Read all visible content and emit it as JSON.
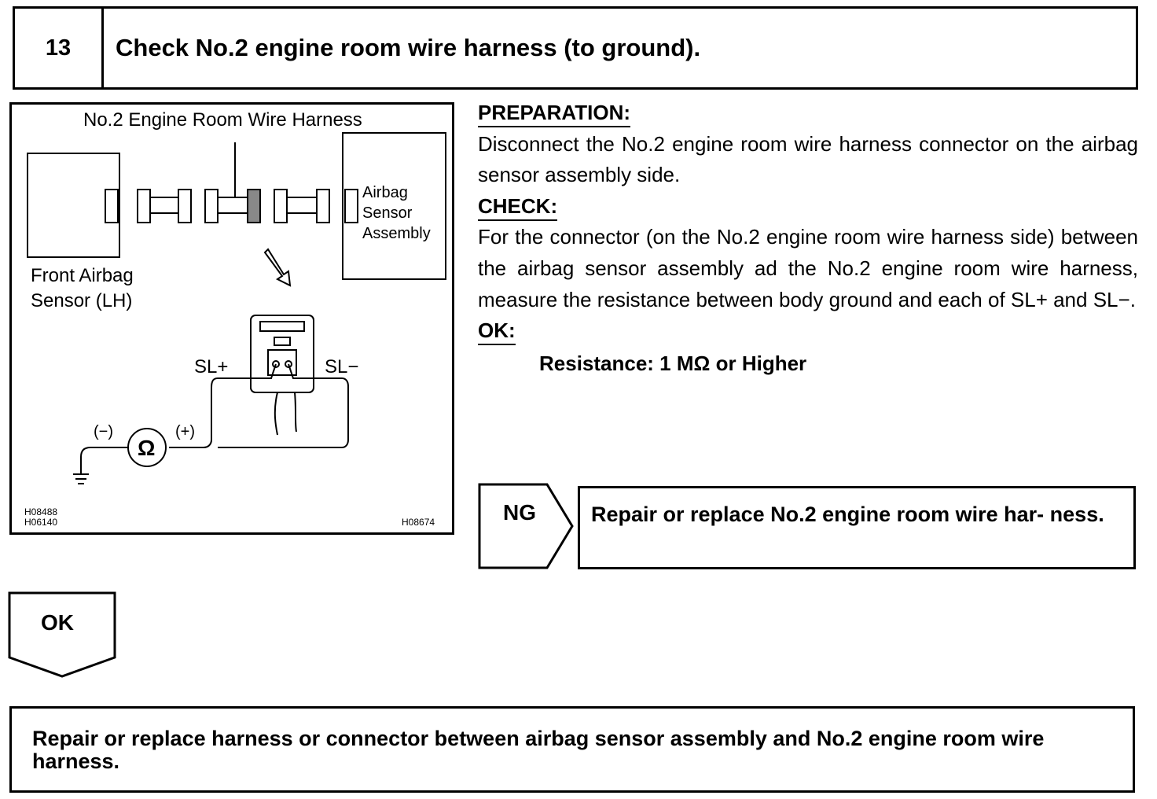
{
  "step": {
    "number": "13",
    "title": "Check No.2 engine room wire harness (to ground)."
  },
  "diagram": {
    "harness_label": "No.2 Engine Room Wire Harness",
    "airbag_sensor_label": "Airbag Sensor Assembly",
    "airbag_sensor_lines": [
      "Airbag",
      "Sensor",
      "Assembly"
    ],
    "front_sensor_label": "Front Airbag Sensor (LH)",
    "front_sensor_lines": [
      "Front Airbag",
      "Sensor (LH)"
    ],
    "terminal_plus": "SL+",
    "terminal_minus": "SL−",
    "meter_symbol": "Ω",
    "meter_neg": "(−)",
    "meter_pos": "(+)",
    "code_left_1": "H08488",
    "code_left_2": "H06140",
    "code_right": "H08674"
  },
  "instructions": {
    "preparation_label": "PREPARATION:",
    "preparation_text": "Disconnect the No.2 engine room wire harness connector on the airbag sensor assembly side.",
    "check_label": "CHECK:",
    "check_text": "For the connector (on the No.2 engine room wire harness side) between the airbag sensor assembly ad the No.2 engine room wire harness, measure the resistance between body ground and each of SL+ and SL−.",
    "ok_label": "OK:",
    "ok_spec": "Resistance: 1 MΩ or Higher"
  },
  "ng_branch": {
    "label": "NG",
    "action": "Repair or replace No.2 engine room wire har- ness."
  },
  "ok_branch": {
    "label": "OK"
  },
  "final_action": "Repair or replace harness or connector between airbag sensor assembly and No.2 engine room wire harness."
}
